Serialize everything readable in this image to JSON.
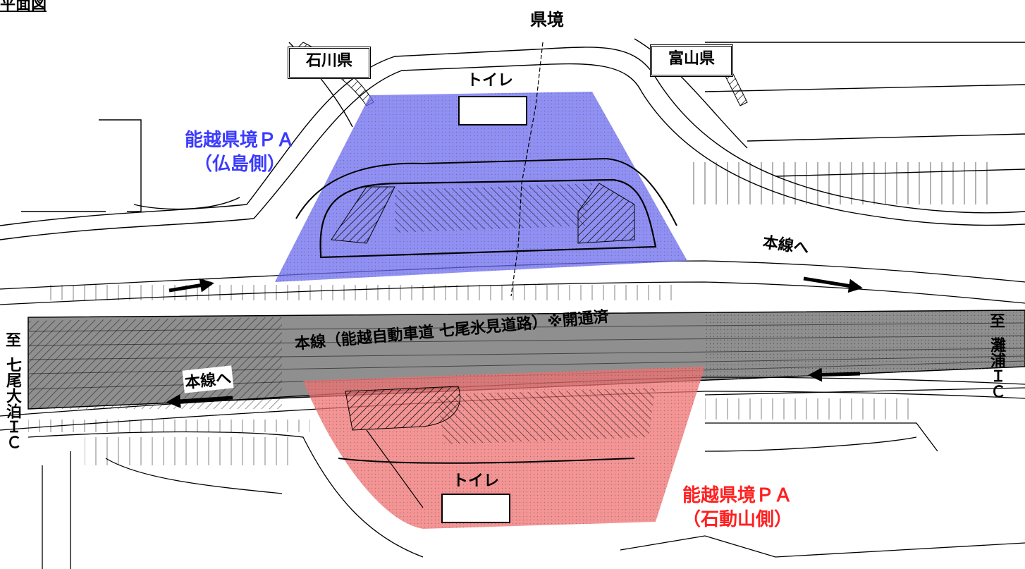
{
  "page_title": "平面図",
  "prefecture_border": "県境",
  "prefectures": {
    "left": "石川県",
    "right": "富山県"
  },
  "toilet_label": "トイレ",
  "pa_north": {
    "name": "能越県境ＰＡ",
    "side": "（仏島側）",
    "color": "#3b3bff"
  },
  "pa_south": {
    "name": "能越県境ＰＡ",
    "side": "（石動山側）",
    "color": "#ff2020"
  },
  "to_mainline": "本線へ",
  "mainline_label": "本線（能越自動車道 七尾氷見道路）※開通済",
  "direction_left": {
    "prefix": "至",
    "name": "七尾大泊ＩＣ"
  },
  "direction_right": {
    "prefix": "至",
    "name": "灘浦ＩＣ"
  },
  "colors": {
    "north_fill": "#6b6bf0",
    "south_fill": "#f07070",
    "road_gray": "#8a8a8a"
  }
}
